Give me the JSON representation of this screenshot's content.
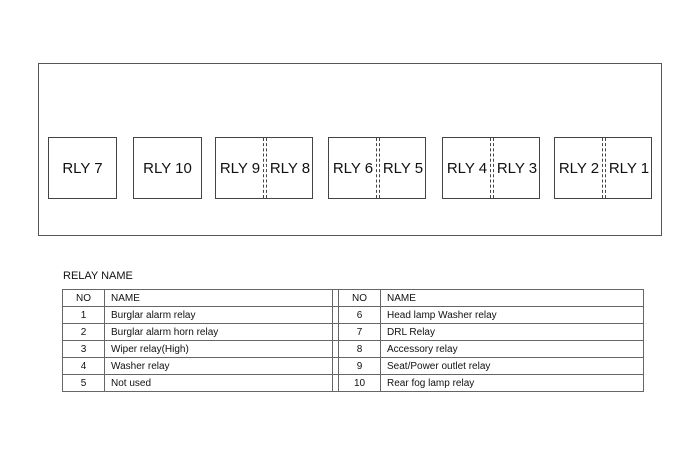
{
  "relays": {
    "single": [
      {
        "label": "RLY 7"
      },
      {
        "label": "RLY 10"
      }
    ],
    "dual": [
      {
        "left": "RLY 9",
        "right": "RLY 8"
      },
      {
        "left": "RLY 6",
        "right": "RLY 5"
      },
      {
        "left": "RLY 4",
        "right": "RLY 3"
      },
      {
        "left": "RLY 2",
        "right": "RLY 1"
      }
    ]
  },
  "table": {
    "caption": "RELAY NAME",
    "headers": {
      "no": "NO",
      "name": "NAME"
    },
    "left_rows": [
      {
        "no": "1",
        "name": "Burglar alarm relay"
      },
      {
        "no": "2",
        "name": "Burglar alarm horn relay"
      },
      {
        "no": "3",
        "name": "Wiper relay(High)"
      },
      {
        "no": "4",
        "name": "Washer relay"
      },
      {
        "no": "5",
        "name": "Not used"
      }
    ],
    "right_rows": [
      {
        "no": "6",
        "name": "Head lamp Washer relay"
      },
      {
        "no": "7",
        "name": "DRL Relay"
      },
      {
        "no": "8",
        "name": "Accessory relay"
      },
      {
        "no": "9",
        "name": "Seat/Power outlet relay"
      },
      {
        "no": "10",
        "name": "Rear fog lamp relay"
      }
    ]
  }
}
